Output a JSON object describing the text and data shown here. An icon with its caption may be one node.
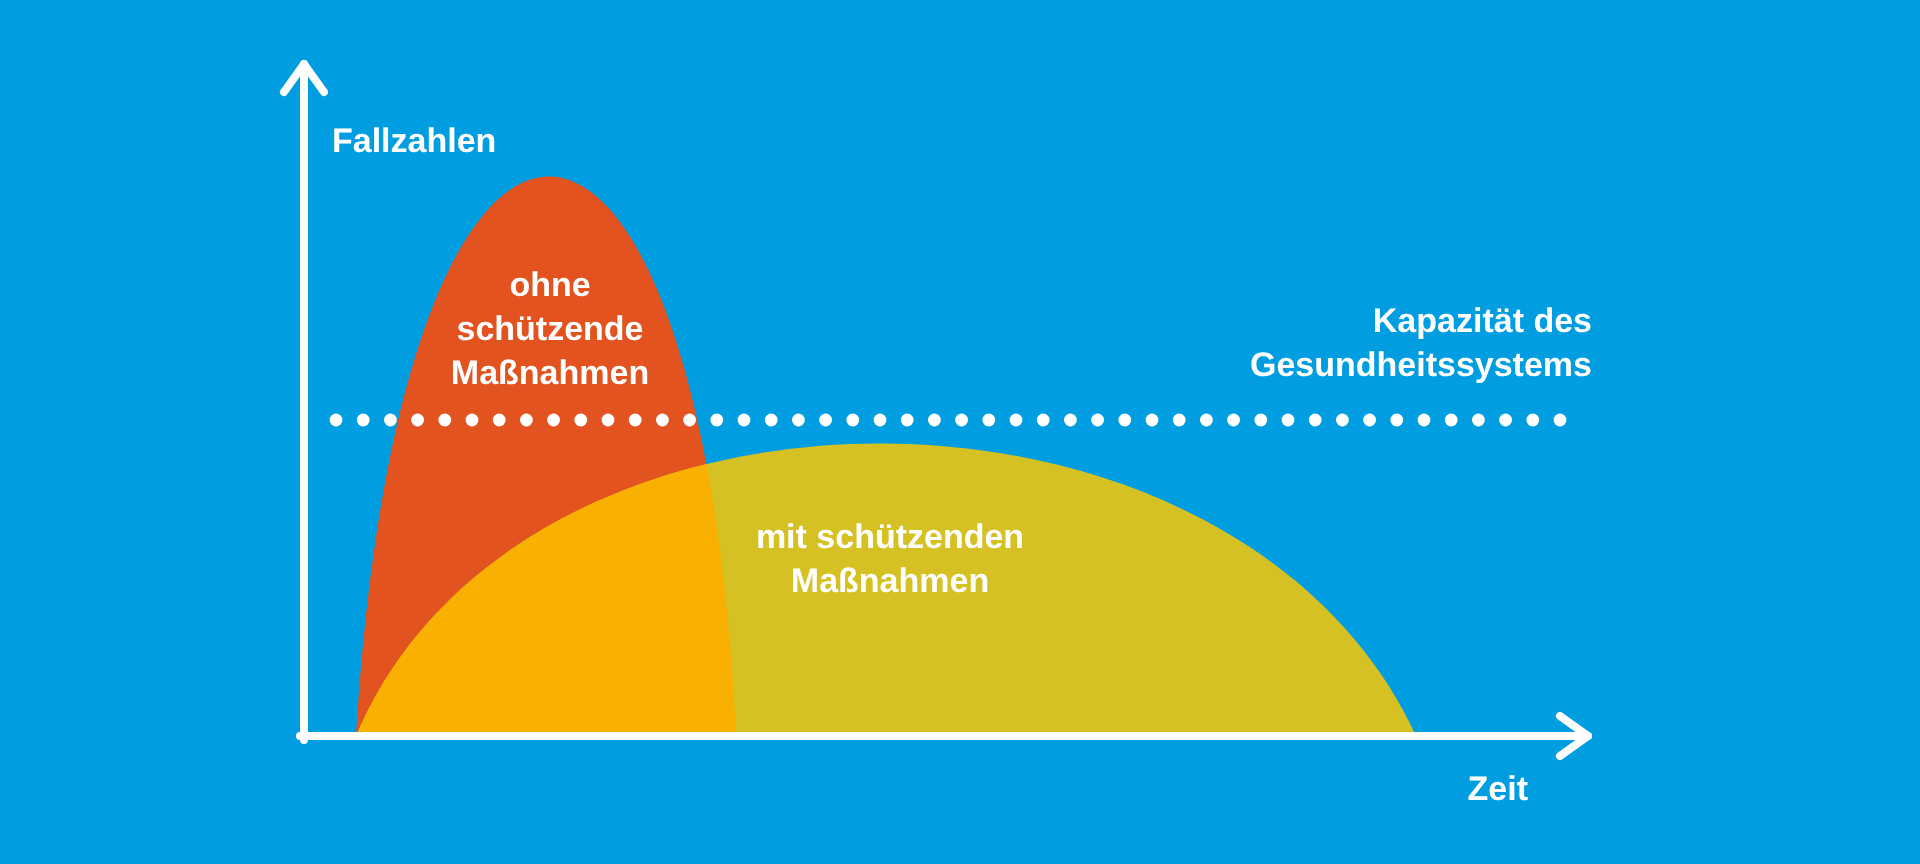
{
  "diagram": {
    "labels": [
      "Fallzahlen",
      "ohne schützende Maßnahmen",
      "Kapazität des Gesundheitssystems",
      "mit schützenden Maßnahmen",
      "Zeit"
    ]
  }
}
